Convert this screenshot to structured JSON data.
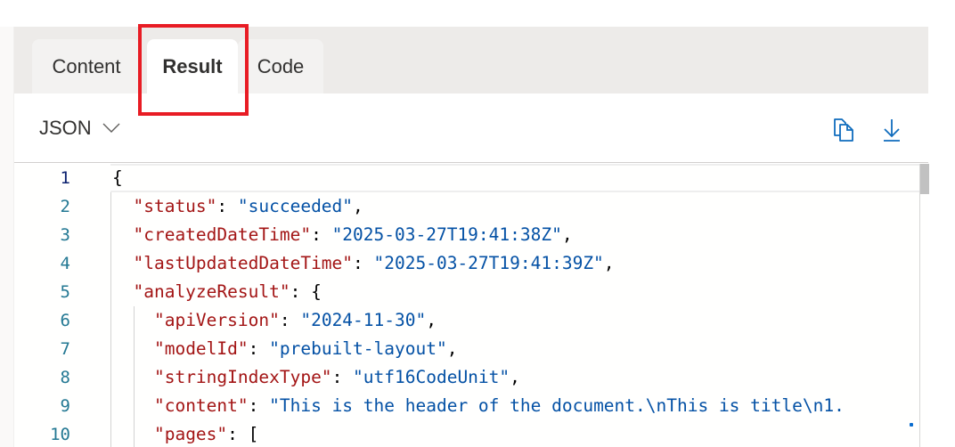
{
  "tabs": [
    {
      "label": "Content",
      "active": false
    },
    {
      "label": "Result",
      "active": true
    },
    {
      "label": "Code",
      "active": false
    }
  ],
  "toolbar": {
    "format_select": "JSON",
    "copy_icon": "copy-icon",
    "download_icon": "download-icon"
  },
  "highlight": {
    "color": "#e81c24",
    "target": "Result"
  },
  "editor": {
    "line_numbers": [
      "1",
      "2",
      "3",
      "4",
      "5",
      "6",
      "7",
      "8",
      "9",
      "10"
    ],
    "lines": [
      {
        "indent": "",
        "tokens": [
          {
            "t": "p",
            "v": "{"
          }
        ]
      },
      {
        "indent": "  ",
        "tokens": [
          {
            "t": "k",
            "v": "\"status\""
          },
          {
            "t": "p",
            "v": ": "
          },
          {
            "t": "s",
            "v": "\"succeeded\""
          },
          {
            "t": "p",
            "v": ","
          }
        ]
      },
      {
        "indent": "  ",
        "tokens": [
          {
            "t": "k",
            "v": "\"createdDateTime\""
          },
          {
            "t": "p",
            "v": ": "
          },
          {
            "t": "s",
            "v": "\"2025-03-27T19:41:38Z\""
          },
          {
            "t": "p",
            "v": ","
          }
        ]
      },
      {
        "indent": "  ",
        "tokens": [
          {
            "t": "k",
            "v": "\"lastUpdatedDateTime\""
          },
          {
            "t": "p",
            "v": ": "
          },
          {
            "t": "s",
            "v": "\"2025-03-27T19:41:39Z\""
          },
          {
            "t": "p",
            "v": ","
          }
        ]
      },
      {
        "indent": "  ",
        "tokens": [
          {
            "t": "k",
            "v": "\"analyzeResult\""
          },
          {
            "t": "p",
            "v": ": {"
          }
        ]
      },
      {
        "indent": "    ",
        "tokens": [
          {
            "t": "k",
            "v": "\"apiVersion\""
          },
          {
            "t": "p",
            "v": ": "
          },
          {
            "t": "s",
            "v": "\"2024-11-30\""
          },
          {
            "t": "p",
            "v": ","
          }
        ]
      },
      {
        "indent": "    ",
        "tokens": [
          {
            "t": "k",
            "v": "\"modelId\""
          },
          {
            "t": "p",
            "v": ": "
          },
          {
            "t": "s",
            "v": "\"prebuilt-layout\""
          },
          {
            "t": "p",
            "v": ","
          }
        ]
      },
      {
        "indent": "    ",
        "tokens": [
          {
            "t": "k",
            "v": "\"stringIndexType\""
          },
          {
            "t": "p",
            "v": ": "
          },
          {
            "t": "s",
            "v": "\"utf16CodeUnit\""
          },
          {
            "t": "p",
            "v": ","
          }
        ]
      },
      {
        "indent": "    ",
        "tokens": [
          {
            "t": "k",
            "v": "\"content\""
          },
          {
            "t": "p",
            "v": ": "
          },
          {
            "t": "s",
            "v": "\"This is the header of the document.\\nThis is title\\n1."
          }
        ]
      },
      {
        "indent": "    ",
        "tokens": [
          {
            "t": "k",
            "v": "\"pages\""
          },
          {
            "t": "p",
            "v": ": ["
          }
        ]
      }
    ]
  },
  "colors": {
    "key": "#a31515",
    "string": "#0451a5",
    "line_number": "#237893",
    "accent": "#0f6cbd"
  }
}
